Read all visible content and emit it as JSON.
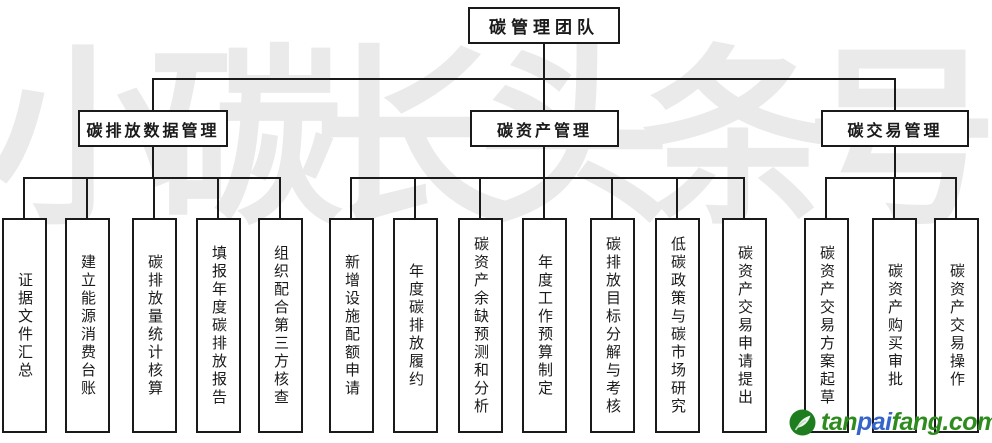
{
  "watermark": "小碳长头条号",
  "root": {
    "label": "碳管理团队"
  },
  "groups": [
    {
      "label": "碳排放数据管理",
      "children": [
        "证据文件汇总",
        "建立能源消费台账",
        "碳排放量统计核算",
        "填报年度碳排放报告",
        "组织配合第三方核查"
      ]
    },
    {
      "label": "碳资产管理",
      "children": [
        "新增设施配额申请",
        "年度碳排放履约",
        "碳资产余缺预测和分析",
        "年度工作预算制定",
        "碳排放目标分解与考核",
        "低碳政策与碳市场研究",
        "碳资产交易申请提出"
      ]
    },
    {
      "label": "碳交易管理",
      "children": [
        "碳资产交易方案起草",
        "碳资产购买审批",
        "碳资产交易操作"
      ]
    }
  ],
  "logo": {
    "icon": "leaf-circle-icon",
    "segments": [
      {
        "text": "tan",
        "color": "#2e8c1e"
      },
      {
        "text": "pai",
        "color": "#3565cb"
      },
      {
        "text": "fang",
        "color": "#2e8c1e"
      },
      {
        "text": ".com",
        "color": "#2e8c1e"
      }
    ]
  },
  "colors": {
    "line": "#1a1a1a",
    "watermark": "#eaeaea",
    "logo_green": "#2e8c1e",
    "logo_blue": "#3565cb",
    "logo_icon": "#1e7d1f"
  }
}
